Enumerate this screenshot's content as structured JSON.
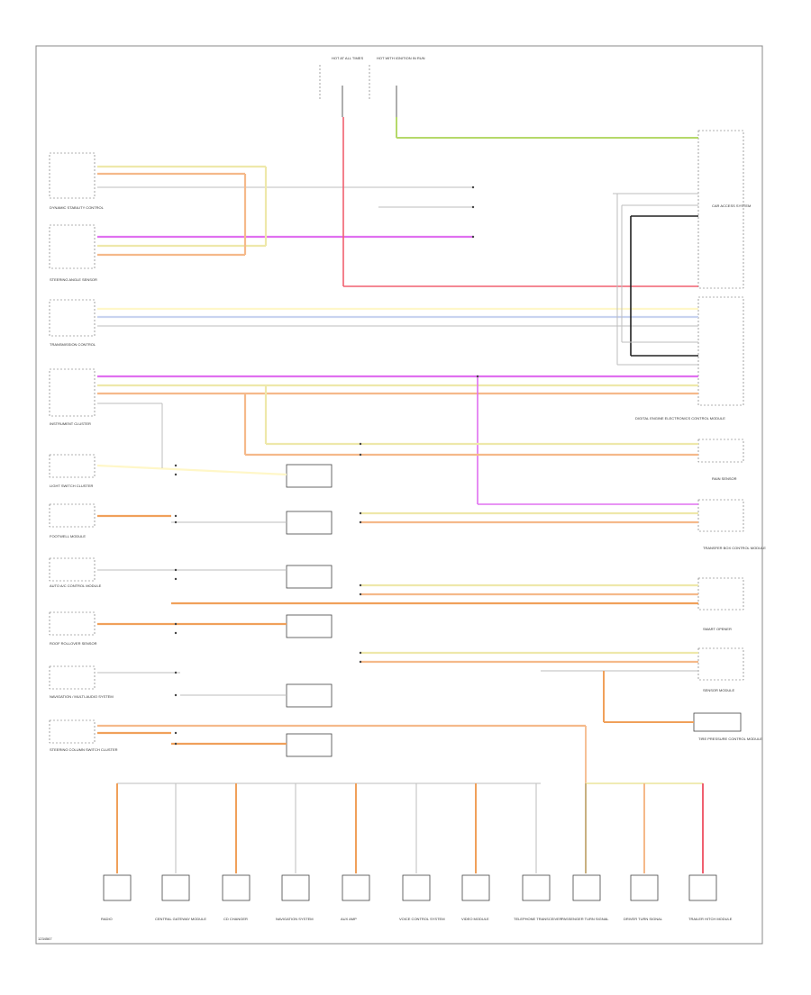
{
  "diagram": {
    "fuses": [
      {
        "label": "HOT AT ALL TIMES"
      },
      {
        "label": "HOT WITH IGNITION IN RUN"
      }
    ],
    "top_modules": [
      {
        "label": "DYNAMIC STABILITY CONTROL"
      },
      {
        "label": "STEERING ANGLE SENSOR"
      },
      {
        "label": "TRANSMISSION CONTROL"
      },
      {
        "label": "INSTRUMENT CLUSTER"
      }
    ],
    "left_modules": [
      {
        "label": "LIGHT SWITCH CLUSTER"
      },
      {
        "label": "FOOTWELL MODULE"
      },
      {
        "label": "AUTO A/C CONTROL MODULE"
      },
      {
        "label": "ROOF ROLLOVER SENSOR"
      },
      {
        "label": "NAVIGATION / MULTI-AUDIO SYSTEM"
      },
      {
        "label": "STEERING COLUMN SWITCH CLUSTER"
      }
    ],
    "right_modules": [
      {
        "label": "CAR ACCESS SYSTEM"
      },
      {
        "label": "DIGITAL ENGINE ELECTRONICS CONTROL MODULE"
      },
      {
        "label": "RAIN SENSOR"
      },
      {
        "label": "TRANSFER BOX CONTROL MODULE"
      },
      {
        "label": "SMART OPENER"
      },
      {
        "label": "SENSOR MODULE"
      },
      {
        "label": "TIRE PRESSURE CONTROL MODULE"
      }
    ],
    "bottom_modules": [
      {
        "label": "RADIO"
      },
      {
        "label": "CENTRAL GATEWAY MODULE"
      },
      {
        "label": "CD CHANGER"
      },
      {
        "label": "NAVIGATION SYSTEM"
      },
      {
        "label": "AUX AMP"
      },
      {
        "label": "VOICE CONTROL SYSTEM"
      },
      {
        "label": "VIDEO MODULE"
      },
      {
        "label": "TELEPHONE TRANSCEIVER"
      },
      {
        "label": "PASSENGER TURN SIGNAL"
      },
      {
        "label": "DRIVER TURN SIGNAL"
      },
      {
        "label": "TRAILER HITCH MODULE"
      }
    ],
    "footer_code": "1234567"
  },
  "wire_colors": {
    "yellow_green": "#eee8aa",
    "yellow_red": "#f5b98a",
    "violet": "#e070f0",
    "red": "#f06070",
    "green_yellow": "#b5d96a",
    "orange": "#f0a05a",
    "blue": "#c9d4f0",
    "light_yellow": "#fff7c8"
  }
}
